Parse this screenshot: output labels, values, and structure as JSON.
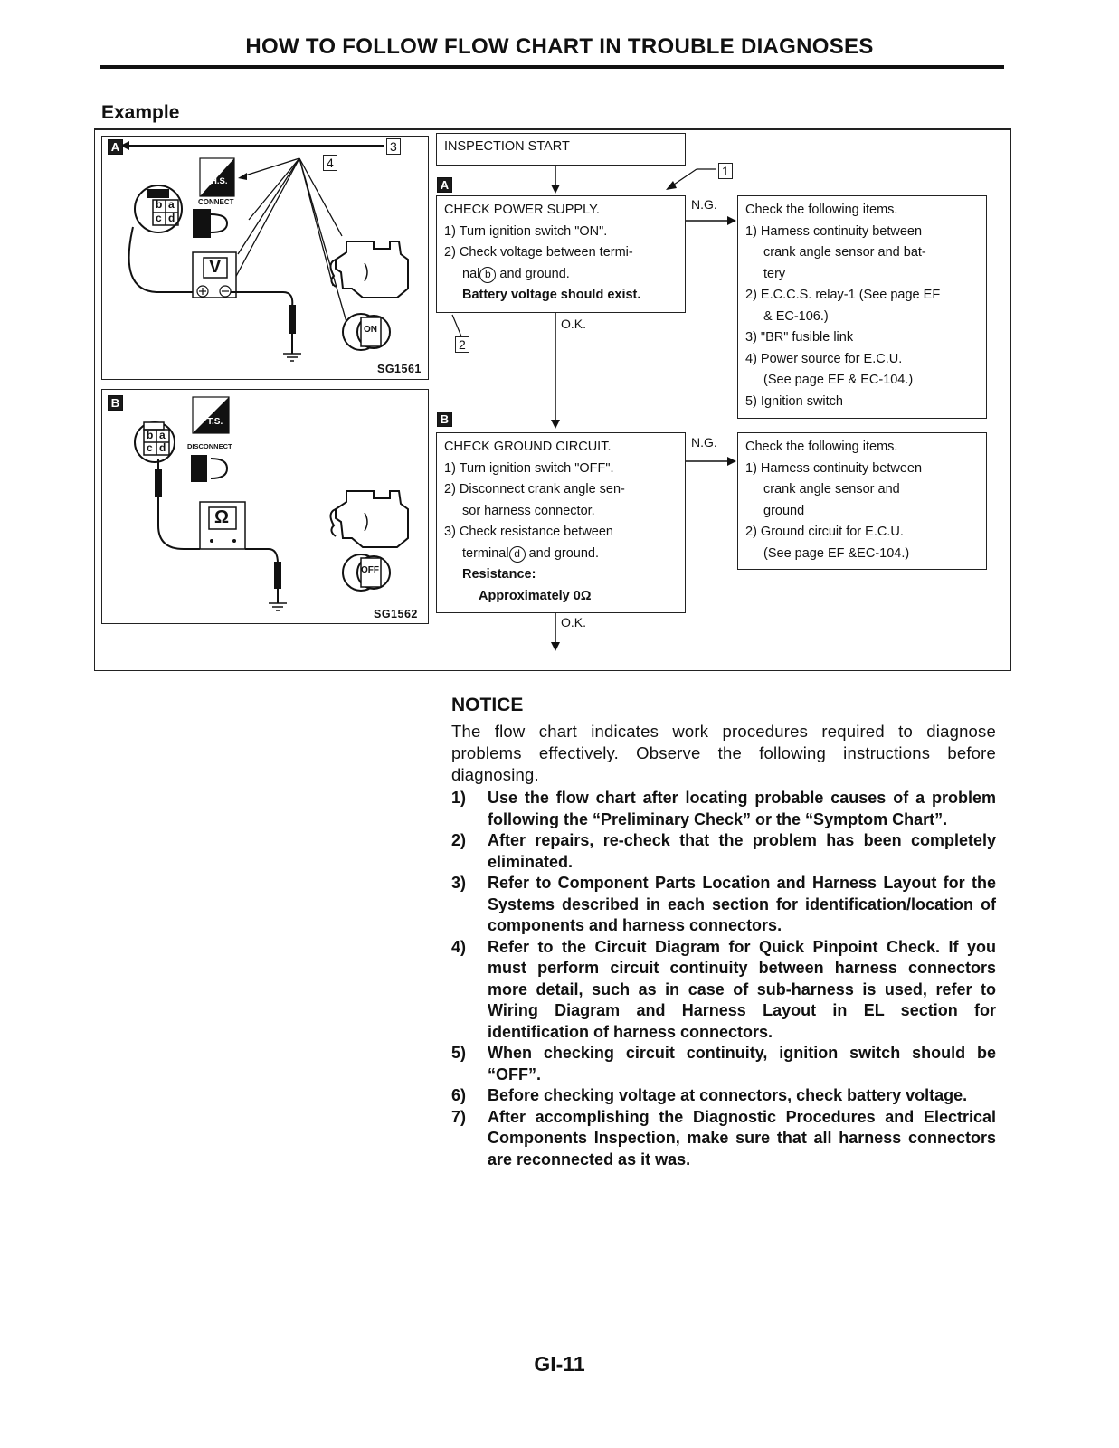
{
  "page": {
    "title": "HOW TO FOLLOW FLOW CHART IN TROUBLE DIAGNOSES",
    "page_number": "GI-11"
  },
  "example": {
    "label": "Example",
    "left_panels": [
      {
        "badge": "A",
        "code": "SG1561",
        "callouts": [
          "4",
          "3"
        ],
        "mode_label": "H.S.",
        "action_label": "CONNECT",
        "connector_terminals": [
          "b",
          "a",
          "c",
          "d"
        ],
        "meter_symbol": "V",
        "key_position": "ON"
      },
      {
        "badge": "B",
        "code": "SG1562",
        "mode_label": "T.S.",
        "action_label": "DISCONNECT",
        "connector_terminals": [
          "b",
          "a",
          "c",
          "d"
        ],
        "meter_symbol": "Ω",
        "key_position": "OFF"
      }
    ],
    "flow": {
      "start": "INSPECTION START",
      "callout_1": "1",
      "callout_2": "2",
      "step_a": {
        "badge": "A",
        "title": "CHECK POWER SUPPLY.",
        "lines": [
          "1) Turn ignition switch \"ON\".",
          "2) Check voltage between termi-"
        ],
        "indent_line_1": "nal",
        "indent_terminal": "b",
        "indent_line_2": " and ground.",
        "result": "Battery voltage should exist.",
        "ng_label": "N.G.",
        "ok_label": "O.K."
      },
      "ng_a": {
        "title": "Check the following items.",
        "lines": [
          "1) Harness continuity between",
          "crank angle sensor and bat-",
          "tery",
          "2) E.C.C.S. relay-1 (See page EF",
          "& EC-106.)",
          "3) \"BR\" fusible link",
          "4) Power source for E.C.U.",
          "(See page EF & EC-104.)",
          "5) Ignition switch"
        ]
      },
      "step_b": {
        "badge": "B",
        "title": "CHECK GROUND CIRCUIT.",
        "lines": [
          "1) Turn ignition switch \"OFF\".",
          "2) Disconnect crank angle sen-",
          "sor harness connector.",
          "3) Check resistance between"
        ],
        "indent_line_1": "terminal",
        "indent_terminal": "d",
        "indent_line_2": " and ground.",
        "result_label": "Resistance:",
        "result_value": "Approximately 0Ω",
        "ng_label": "N.G.",
        "ok_label": "O.K."
      },
      "ng_b": {
        "title": "Check the following items.",
        "lines": [
          "1) Harness continuity between",
          "crank angle sensor and",
          "ground",
          "2) Ground circuit for E.C.U.",
          "(See page EF &EC-104.)"
        ]
      }
    }
  },
  "notice": {
    "heading": "NOTICE",
    "intro": "The flow chart indicates work procedures required to diagnose problems effectively. Observe the following instructions before diagnosing.",
    "items": [
      {
        "num": "1)",
        "text": "Use the flow chart after locating probable causes of a problem following the “Preliminary Check” or the “Symptom Chart”."
      },
      {
        "num": "2)",
        "text": "After repairs, re-check that the problem has been completely eliminated."
      },
      {
        "num": "3)",
        "text": "Refer to Component Parts Location and Harness Layout for the Systems described in each section for identification/location of components and harness connectors."
      },
      {
        "num": "4)",
        "text": "Refer to the Circuit Diagram for Quick Pinpoint Check. If you must perform circuit continuity between harness connectors more detail, such as in case of sub-harness is used, refer to Wiring Diagram and Harness Layout in EL section for identification of harness connectors."
      },
      {
        "num": "5)",
        "text": "When checking circuit continuity, ignition switch should be “OFF”."
      },
      {
        "num": "6)",
        "text": "Before checking voltage at connectors, check battery voltage."
      },
      {
        "num": "7)",
        "text": "After accomplishing the Diagnostic Procedures and Electrical Components Inspection, make sure that all harness connectors are reconnected as it was."
      }
    ]
  }
}
